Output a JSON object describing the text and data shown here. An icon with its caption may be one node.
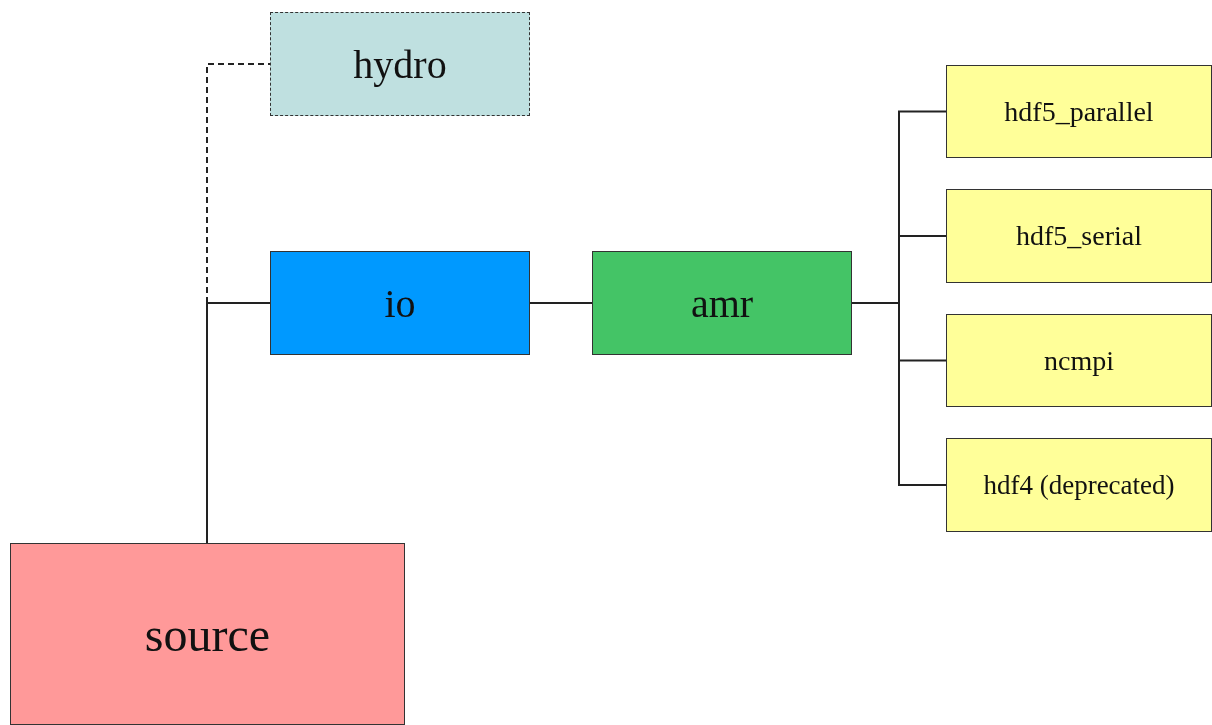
{
  "diagram": {
    "nodes": [
      {
        "text": [
          "hydro"
        ]
      },
      {
        "text": [
          "io"
        ]
      },
      {
        "text": [
          "amr"
        ]
      },
      {
        "text": [
          "hdf5_parallel"
        ]
      },
      {
        "text": [
          "hdf5_serial"
        ]
      },
      {
        "text": [
          "ncmpi"
        ]
      },
      {
        "text": [
          "hdf4 (deprecated)"
        ]
      },
      {
        "text": [
          "source"
        ]
      }
    ],
    "edges": [
      {
        "from": 7,
        "to": 0,
        "arrow": "none",
        "style": "dashed"
      },
      {
        "from": 7,
        "to": 1,
        "arrow": "none"
      },
      {
        "from": 1,
        "to": 2,
        "arrow": "none"
      },
      {
        "from": 2,
        "to": 3,
        "arrow": "none"
      },
      {
        "from": 2,
        "to": 4,
        "arrow": "none"
      },
      {
        "from": 2,
        "to": 5,
        "arrow": "none"
      },
      {
        "from": 2,
        "to": 6,
        "arrow": "none"
      }
    ]
  }
}
